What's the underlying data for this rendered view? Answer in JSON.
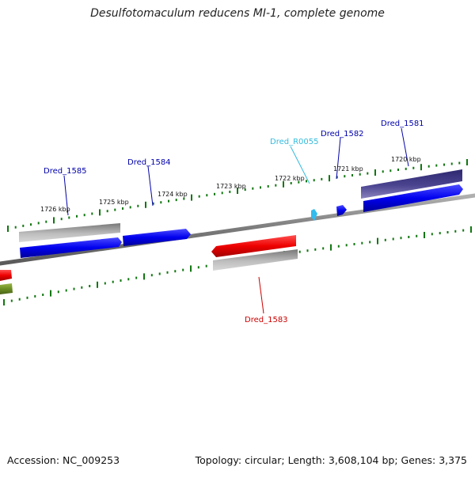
{
  "title": "Desulfotomaculum reducens MI-1, complete genome",
  "footer": {
    "accession": "Accession: NC_009253",
    "stats": "Topology: circular; Length: 3,608,104 bp; Genes: 3,375"
  },
  "scale_labels": [
    "1726 kbp",
    "1725 kbp",
    "1724 kbp",
    "1723 kbp",
    "1722 kbp",
    "1721 kbp",
    "1720 kbp"
  ],
  "gene_labels": [
    {
      "id": "Dred_1585",
      "color": "#0000aa"
    },
    {
      "id": "Dred_1584",
      "color": "#0000aa"
    },
    {
      "id": "Dred_R0055",
      "color": "#33bbdd"
    },
    {
      "id": "Dred_1582",
      "color": "#0000aa"
    },
    {
      "id": "Dred_1581",
      "color": "#0000aa"
    },
    {
      "id": "Dred_1583",
      "color": "#cc0000"
    }
  ],
  "colors": {
    "backbone": "#808080",
    "cds_blue": "#0000ee",
    "cds_red": "#ee0000",
    "gene_gray": "#aaaaaa",
    "gene_purple": "#4b4490",
    "rna_cyan": "#33bbee",
    "cds_olive": "#6b8e23",
    "ticks": "#117711"
  }
}
